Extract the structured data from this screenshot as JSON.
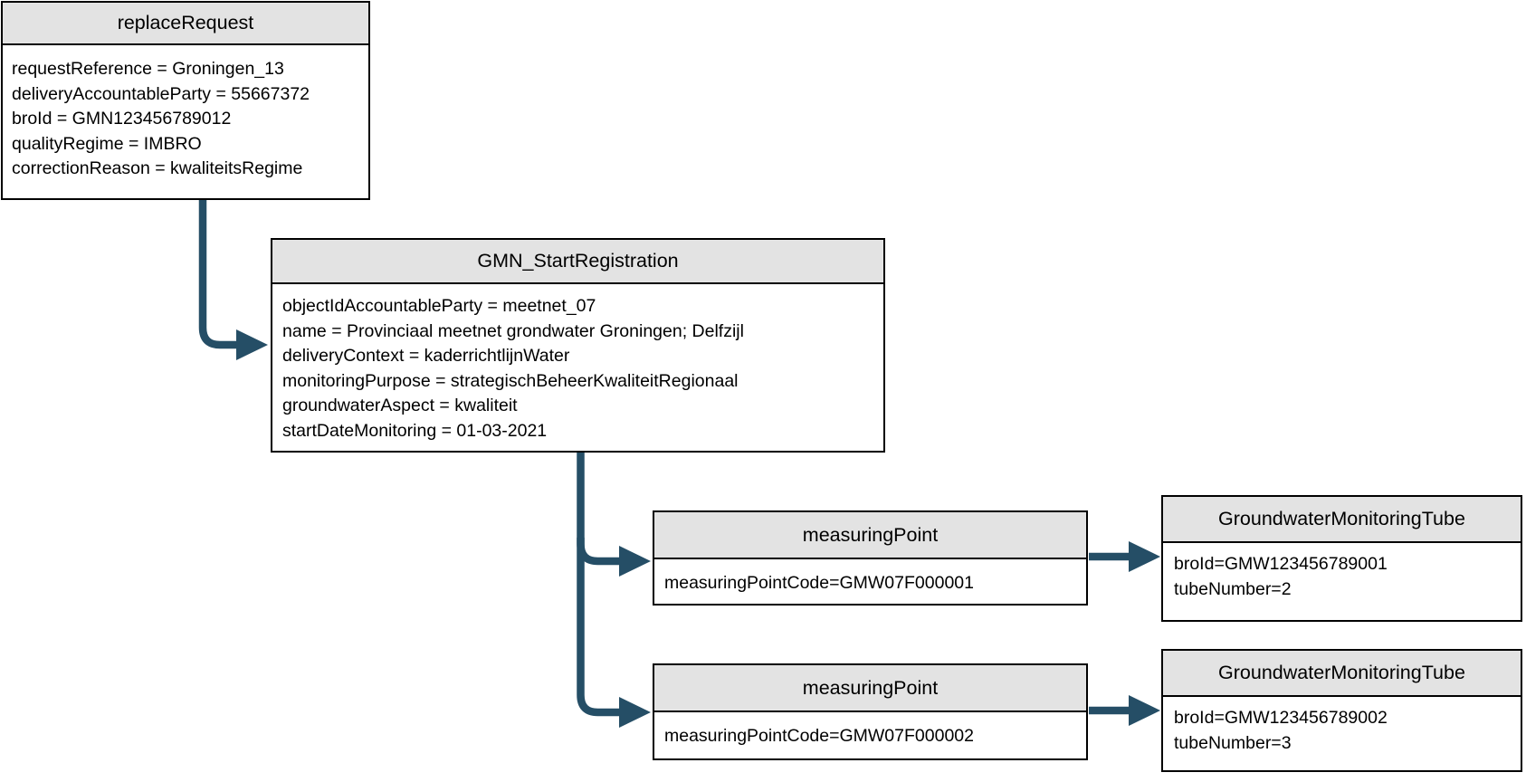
{
  "diagram": {
    "colors": {
      "arrow": "#254e66",
      "node_header_fill": "#e3e3e3",
      "node_border": "#000000"
    },
    "nodes": {
      "replace_request": {
        "title": "replaceRequest",
        "attributes": [
          "requestReference = Groningen_13",
          "deliveryAccountableParty = 55667372",
          "broId = GMN123456789012",
          "qualityRegime = IMBRO",
          "correctionReason = kwaliteitsRegime"
        ]
      },
      "gmn_start_registration": {
        "title": "GMN_StartRegistration",
        "attributes": [
          "objectIdAccountableParty = meetnet_07",
          "name = Provinciaal meetnet grondwater Groningen; Delfzijl",
          "deliveryContext = kaderrichtlijnWater",
          "monitoringPurpose = strategischBeheerKwaliteitRegionaal",
          "groundwaterAspect = kwaliteit",
          "startDateMonitoring = 01-03-2021"
        ]
      },
      "measuring_point_1": {
        "title": "measuringPoint",
        "attributes": [
          "measuringPointCode=GMW07F000001"
        ]
      },
      "measuring_point_2": {
        "title": "measuringPoint",
        "attributes": [
          "measuringPointCode=GMW07F000002"
        ]
      },
      "tube_1": {
        "title": "GroundwaterMonitoringTube",
        "attributes": [
          "broId=GMW123456789001",
          "tubeNumber=2"
        ]
      },
      "tube_2": {
        "title": "GroundwaterMonitoringTube",
        "attributes": [
          "broId=GMW123456789002",
          "tubeNumber=3"
        ]
      }
    },
    "edges": [
      {
        "from": "replace_request",
        "to": "gmn_start_registration"
      },
      {
        "from": "gmn_start_registration",
        "to": "measuring_point_1"
      },
      {
        "from": "gmn_start_registration",
        "to": "measuring_point_2"
      },
      {
        "from": "measuring_point_1",
        "to": "tube_1"
      },
      {
        "from": "measuring_point_2",
        "to": "tube_2"
      }
    ]
  }
}
